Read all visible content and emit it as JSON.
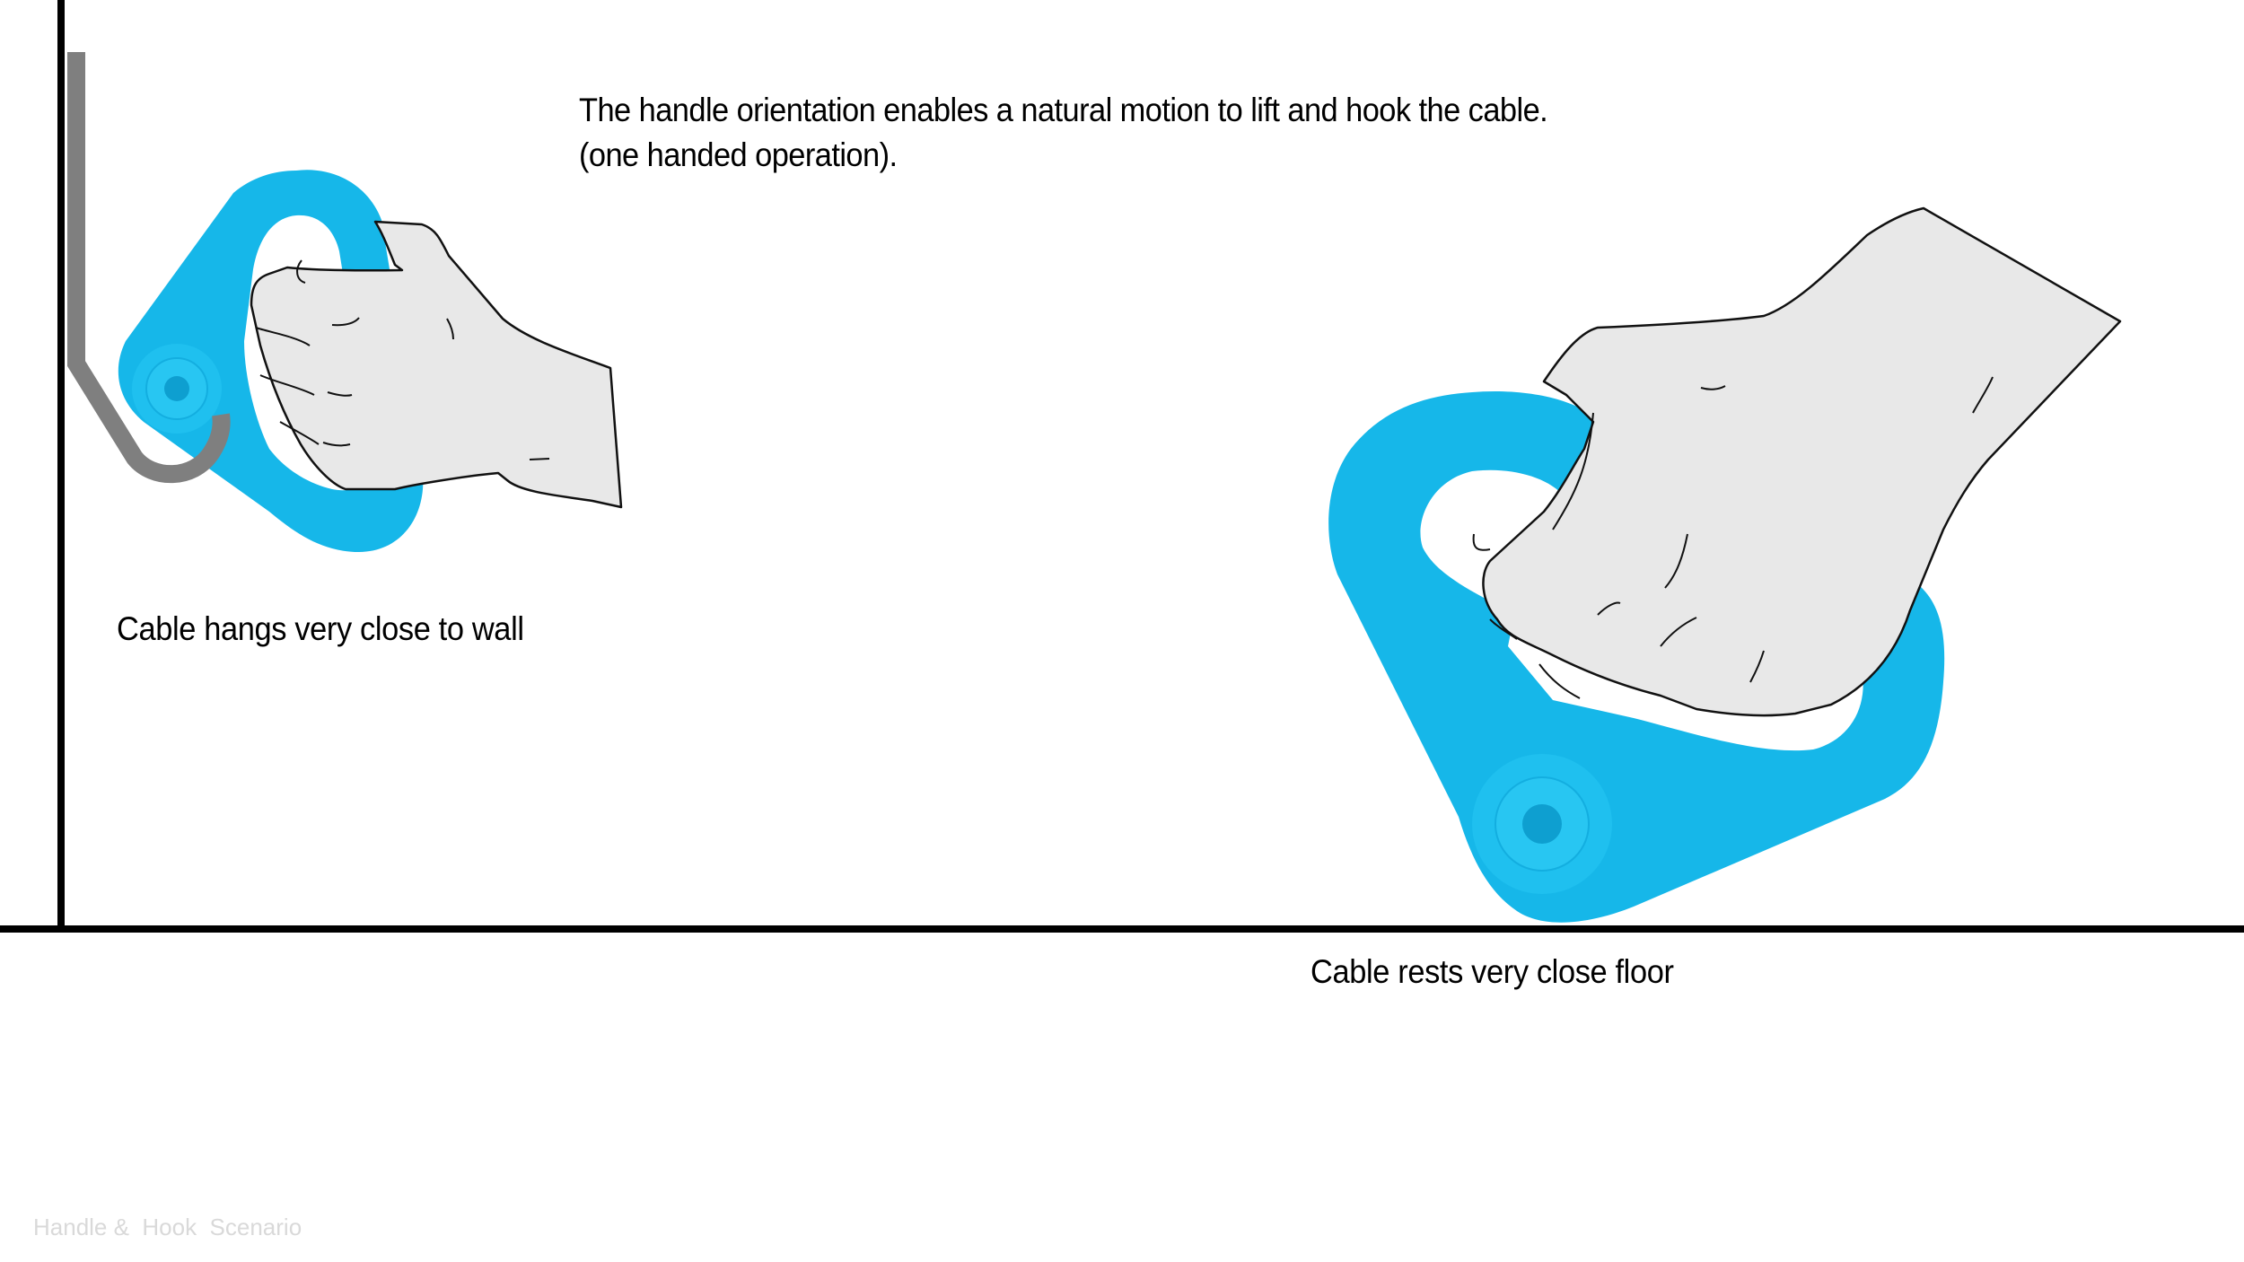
{
  "slide": {
    "headline": {
      "line1": "The handle orientation enables a natural motion to lift and hook the cable.",
      "line2": "(one handed operation)."
    },
    "captions": {
      "wall": "Cable hangs very close to wall",
      "floor": "Cable rests very close floor"
    },
    "footer": "Handle &  Hook  Scenario"
  },
  "illustrations": {
    "wall_scenario": {
      "icons": [
        "wall-line",
        "wall-hook",
        "cable-handle",
        "gripping-hand"
      ]
    },
    "floor_scenario": {
      "icons": [
        "floor-line",
        "cable-handle",
        "gripping-hand"
      ]
    }
  },
  "colors": {
    "handle_blue": "#16b7e9",
    "handle_blue_dark": "#0e9fd0",
    "hand_fill": "#e8e8e8",
    "hook_grey": "#7f7f7f",
    "line_black": "#000000",
    "footer_grey": "#d9d9d9"
  }
}
